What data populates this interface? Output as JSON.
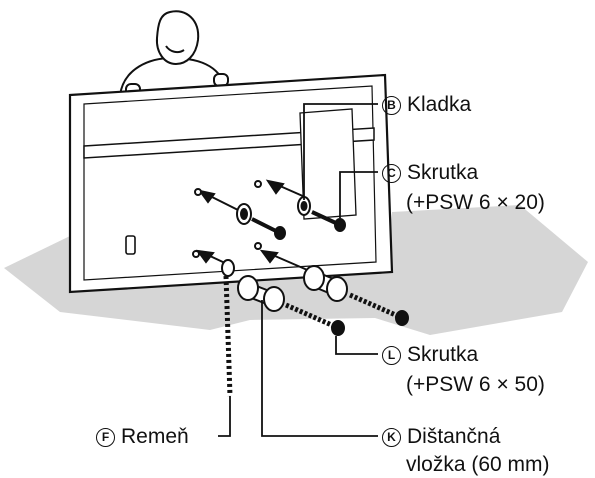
{
  "callouts": {
    "B": {
      "letter": "B",
      "name": "Kladka"
    },
    "C": {
      "letter": "C",
      "name": "Skrutka",
      "spec": "(+PSW 6 × 20)"
    },
    "L": {
      "letter": "L",
      "name": "Skrutka",
      "spec": "(+PSW 6 × 50)"
    },
    "F": {
      "letter": "F",
      "name": "Remeň"
    },
    "K": {
      "letter": "K",
      "name": "Dištančná",
      "spec": "vložka (60 mm)"
    }
  },
  "colors": {
    "line": "#111111",
    "floor": "#d6d6d6",
    "tv": "#ffffff",
    "screw": "#222222"
  }
}
